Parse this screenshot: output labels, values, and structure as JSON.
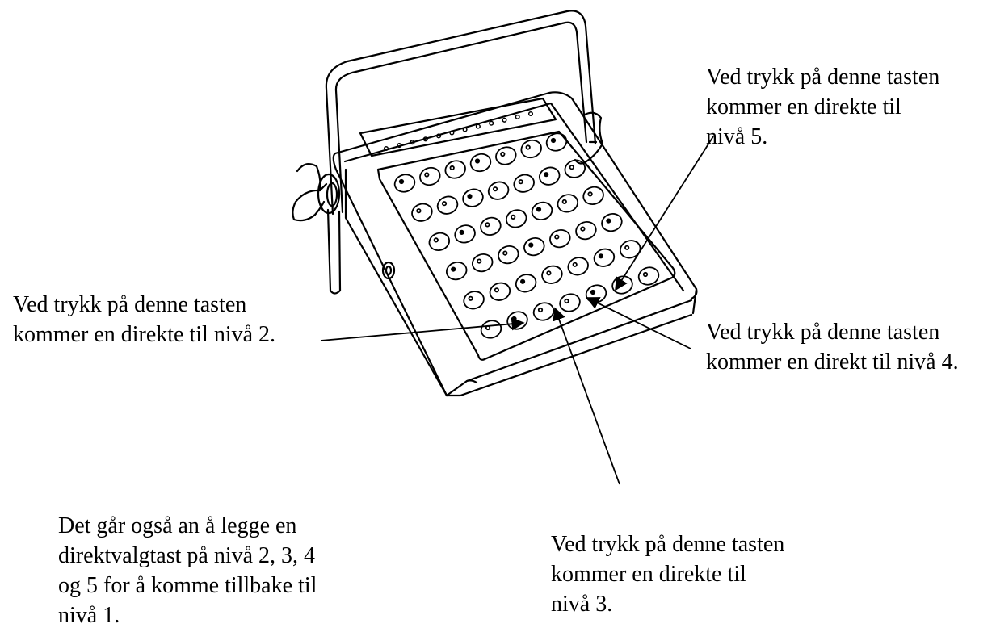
{
  "captions": {
    "level5": [
      "Ved trykk på denne tasten",
      "kommer en direkte til",
      "nivå 5."
    ],
    "level2": [
      "Ved trykk på denne tasten",
      "kommer en direkte til nivå 2."
    ],
    "level4": [
      "Ved trykk på denne tasten",
      "kommer en direkt til nivå 4."
    ],
    "level1_note": [
      "Det går også an å legge en",
      "direktvalgtast på nivå 2, 3, 4",
      "og 5 for å komme tillbake til",
      "nivå 1."
    ],
    "level3": [
      "Ved trykk på denne tasten",
      "kommer en direkte til",
      "nivå 3."
    ]
  },
  "colors": {
    "ink": "#000000",
    "paper": "#ffffff"
  }
}
